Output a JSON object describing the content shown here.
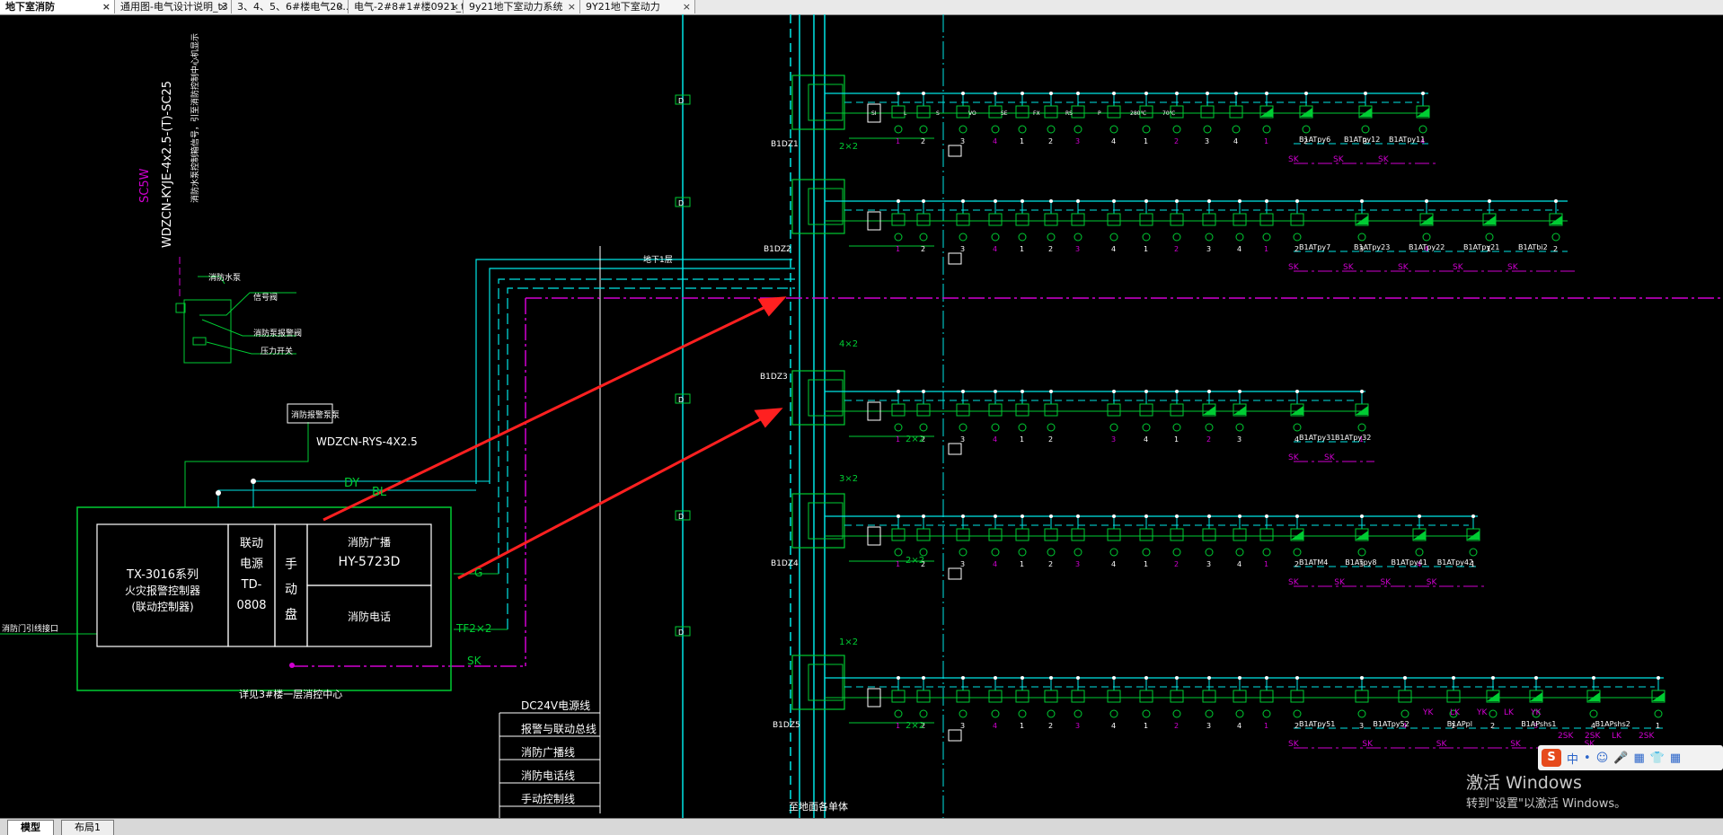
{
  "tabs": [
    {
      "label": "地下室消防",
      "active": true
    },
    {
      "label": "通用图-电气设计说明_t3"
    },
    {
      "label": "3、4、5、6#楼电气20…"
    },
    {
      "label": "电气-2#8#1#楼0921_t3"
    },
    {
      "label": "9y21地下室动力系统"
    },
    {
      "label": "9Y21地下室动力"
    }
  ],
  "layout_tabs": [
    {
      "label": "模型",
      "active": true
    },
    {
      "label": "布局1"
    }
  ],
  "cad": {
    "vert_label_1": "WDZCN-KYJE-4x2.5-(T)-SC25",
    "vert_label_2": "SC5W",
    "vert_label_3": "消防水泵控制箱信号，引至消防控制中心机显示",
    "legend_small": [
      "消防水泵",
      "信号阀",
      "消防泵报警阀",
      "压力开关"
    ],
    "box_label": "消防报警泵泵",
    "cable_spec": "WDZCN-RYS-4X2.5",
    "dy": "DY",
    "bl": "BL",
    "g": "G",
    "tf": "TF2×2",
    "sk": "SK",
    "panel_main_lines": [
      "TX-3016系列",
      "火灾报警控制器",
      "(联动控制器)"
    ],
    "panel_power": [
      "联动",
      "电源",
      "TD-",
      "0808"
    ],
    "panel_manual": [
      "手",
      "动",
      "盘"
    ],
    "panel_broadcast": [
      "消防广播",
      "HY-5723D"
    ],
    "panel_phone": "消防电话",
    "left_note": "消防门引线接口",
    "below_panel": "详见3#楼一层消控中心",
    "legend_lines": [
      "DC24V电源线",
      "报警与联动总线",
      "消防广播线",
      "消防电话线",
      "手动控制线"
    ],
    "bottom_center": "至地面各单体",
    "floor_label": "地下1层",
    "boxes": [
      "B1DZ1",
      "B1DZ2",
      "B1DZ3",
      "B1DZ4",
      "B1DZ5"
    ],
    "multipliers": [
      "2×2",
      "4×2",
      "3×2",
      "1×2"
    ],
    "loops": [
      "2×2",
      "2×2",
      "2×2"
    ],
    "row_labels": [
      [
        "B1ATpy6",
        "B1ATpy12",
        "B1ATpy11"
      ],
      [
        "B1ATpy7",
        "B1ATpy23",
        "B1ATpy22",
        "B1ATpy21",
        "B1ATbi2"
      ],
      [
        "B1ATpy31",
        "B1ATpy32"
      ],
      [
        "B1ATM4",
        "B1ATpy8",
        "B1ATpy41",
        "B1ATpy42"
      ],
      [
        "B1ATpy51",
        "B1ATpy52",
        "B1APpl",
        "B1APshs1",
        "B1APshs2"
      ]
    ],
    "row5_mag": [
      "YK",
      "LK",
      "YK",
      "LK",
      "YK",
      "2SK",
      "2SK",
      "LK",
      "2SK"
    ],
    "sym_labels": [
      "SI",
      "L",
      "S",
      "VO",
      "SE",
      "FX",
      "RS",
      "P",
      "280℃",
      "70℃"
    ]
  },
  "watermark": {
    "line1": "激活 Windows",
    "line2": "转到\"设置\"以激活 Windows。"
  },
  "ime": {
    "logo": "S",
    "items": [
      "中",
      "•",
      "☺",
      "🎤",
      "▦",
      "👕",
      "▦"
    ]
  },
  "colors": {
    "cyan": "#00e5e5",
    "green": "#00cc33",
    "magenta": "#d100d1",
    "white": "#ffffff",
    "red": "#ff2020"
  }
}
